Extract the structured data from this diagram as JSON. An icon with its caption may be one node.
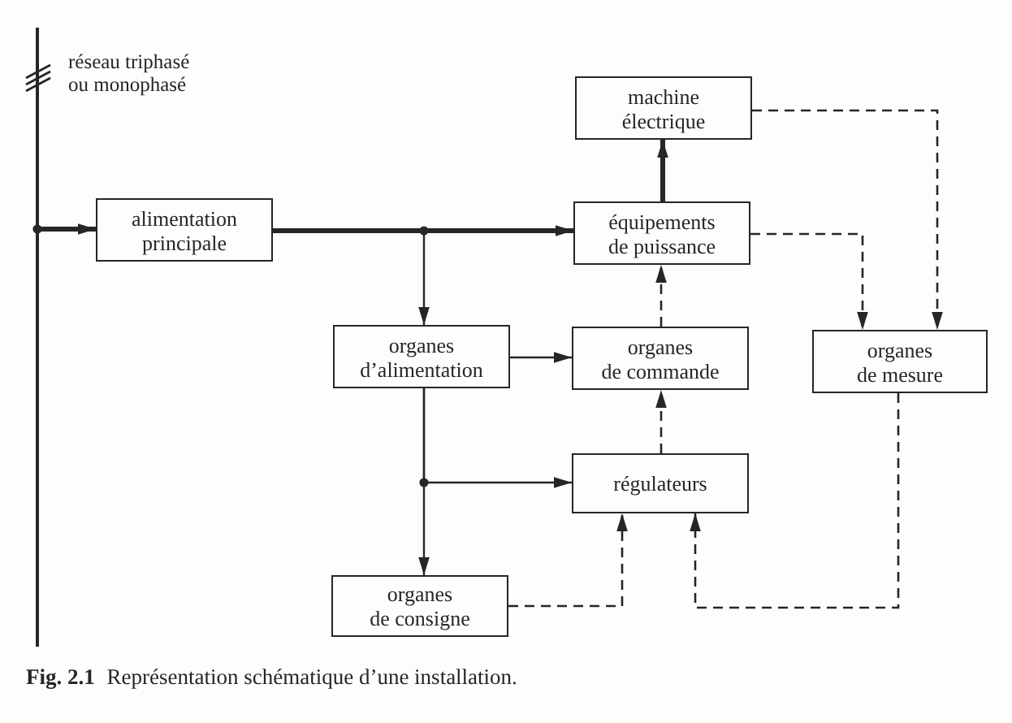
{
  "diagram": {
    "caption": "**Fig. 2.1** Représentation schématique d’une installation.",
    "nodes": [
      {
        "text": [],
        "shape": "bar",
        "beside": [
          "réseau triphasé ou monophasé"
        ]
      },
      {
        "text": [
          "alimentation principale"
        ]
      },
      {
        "text": [
          "machine électrique"
        ]
      },
      {
        "text": [
          "équipements de puissance"
        ]
      },
      {
        "text": [
          "organes d’alimentation"
        ]
      },
      {
        "text": [
          "organes de commande"
        ]
      },
      {
        "text": [
          "organes de mesure"
        ]
      },
      {
        "text": [
          "régulateurs"
        ]
      },
      {
        "text": [
          "organes de consigne"
        ]
      }
    ],
    "edges": [
      {
        "from": 0,
        "to": 1,
        "arrow": "to",
        "style": "thick"
      },
      {
        "from": 1,
        "to": 3,
        "arrow": "to",
        "style": "thick"
      },
      {
        "from": 1,
        "to": 4,
        "arrow": "to"
      },
      {
        "from": 3,
        "to": 2,
        "arrow": "to",
        "style": "thick"
      },
      {
        "from": 4,
        "to": 5,
        "arrow": "to"
      },
      {
        "from": 5,
        "to": 3,
        "arrow": "to",
        "style": "dashed"
      },
      {
        "from": 2,
        "to": 6,
        "arrow": "to",
        "style": "dashed"
      },
      {
        "from": 3,
        "to": 6,
        "arrow": "to",
        "style": "dashed"
      },
      {
        "from": 4,
        "to": 7,
        "arrow": "to"
      },
      {
        "from": 4,
        "to": 8,
        "arrow": "to"
      },
      {
        "from": 7,
        "to": 5,
        "arrow": "to",
        "style": "dashed"
      },
      {
        "from": 8,
        "to": 7,
        "arrow": "to",
        "style": "dashed"
      },
      {
        "from": 6,
        "to": 7,
        "arrow": "to",
        "style": "dashed"
      }
    ]
  }
}
